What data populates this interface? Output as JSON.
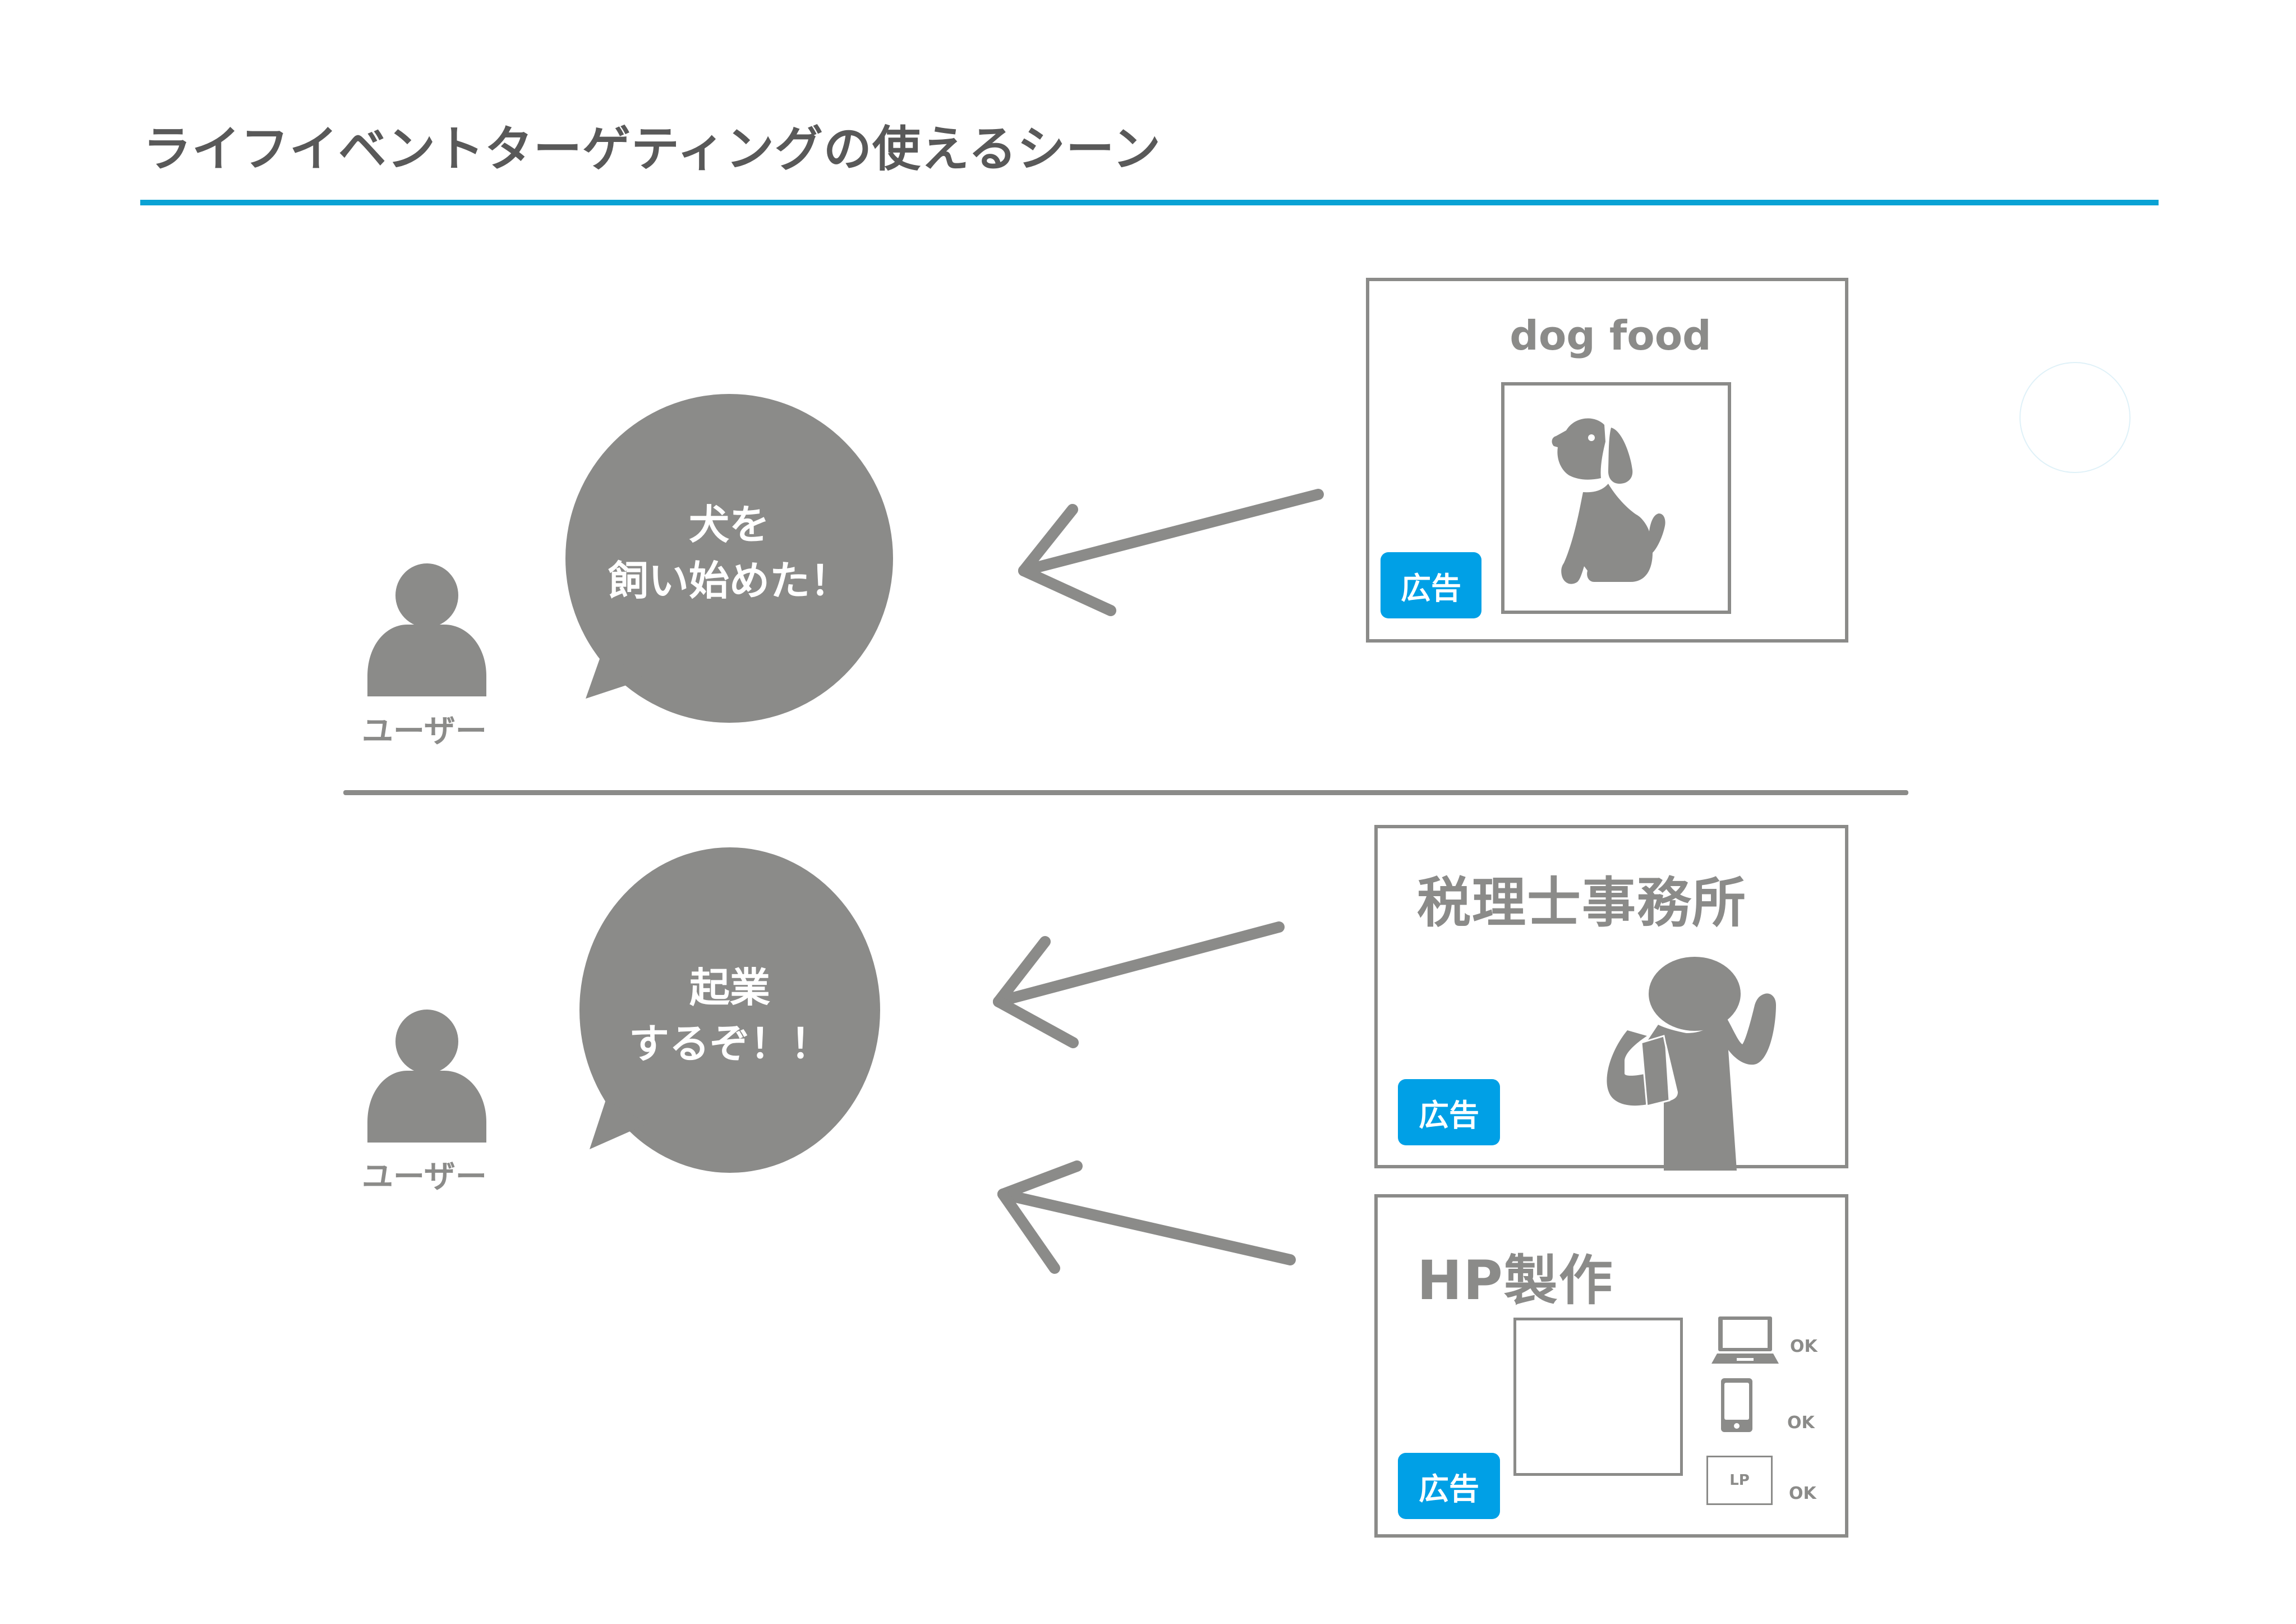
{
  "title": "ライフイベントターゲティングの使えるシーン",
  "colors": {
    "accent": "#0aa2d4",
    "gray": "#8b8b89",
    "badge": "#00a0e6",
    "title": "#595959"
  },
  "scenes": [
    {
      "user_label": "ユーザー",
      "bubble_lines": [
        "犬を",
        "飼い始めた！"
      ],
      "ads": [
        {
          "heading": "dog food",
          "badge": "広告",
          "icon": "dog-icon"
        }
      ]
    },
    {
      "user_label": "ユーザー",
      "bubble_lines": [
        "起業",
        "するぞ！！"
      ],
      "ads": [
        {
          "heading": "税理士事務所",
          "badge": "広告",
          "icon": "person-with-book-icon"
        },
        {
          "heading": "HP製作",
          "badge": "広告",
          "icon": "webpage-icon",
          "devices": [
            {
              "icon": "laptop-icon",
              "status": "OK"
            },
            {
              "icon": "smartphone-icon",
              "status": "OK"
            },
            {
              "label": "LP",
              "status": "OK"
            }
          ]
        }
      ]
    }
  ]
}
